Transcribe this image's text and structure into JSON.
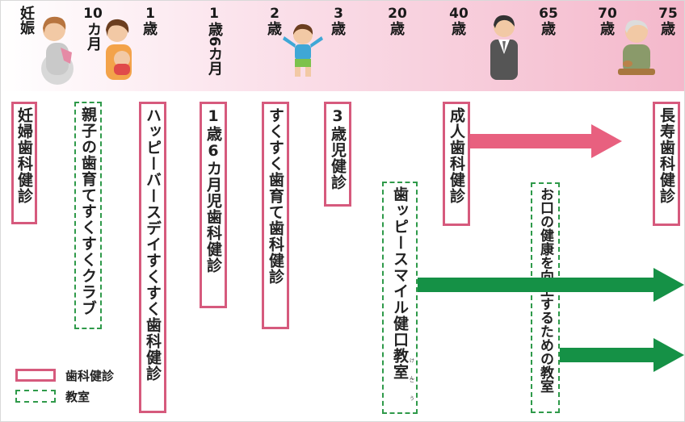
{
  "stages": [
    {
      "id": "pregnancy",
      "text": "妊娠"
    },
    {
      "id": "10m",
      "num": "10",
      "unit": "カ月"
    },
    {
      "id": "1y",
      "num": "1",
      "unit": "歳"
    },
    {
      "id": "1y6m",
      "num": "1",
      "unit": "歳6カ月"
    },
    {
      "id": "2y",
      "num": "2",
      "unit": "歳"
    },
    {
      "id": "3y",
      "num": "3",
      "unit": "歳"
    },
    {
      "id": "20y",
      "num": "20",
      "unit": "歳"
    },
    {
      "id": "40y",
      "num": "40",
      "unit": "歳"
    },
    {
      "id": "65y",
      "num": "65",
      "unit": "歳"
    },
    {
      "id": "70y",
      "num": "70",
      "unit": "歳"
    },
    {
      "id": "75y",
      "num": "75",
      "unit": "歳"
    }
  ],
  "programs": {
    "pregnant_exam": "妊婦歯科健診",
    "parent_child_club": "親子の歯育てすくすくクラブ",
    "happy_birthday": "ハッピーバースデイすくすく歯科健診",
    "exam_1y6m": "1歳6カ月児歯科健診",
    "sukusuku_exam": "すくすく歯育て歯科健診",
    "exam_3y": "3歳児健診",
    "smile_class": "歯ッピースマイル健口教室",
    "smile_class_ruby_ken": "けん",
    "smile_class_ruby_kou": "こう",
    "adult_exam": "成人歯科健診",
    "oral_health_class": "お口の健康を向上するための教室",
    "elderly_exam": "長寿歯科健診"
  },
  "legend": {
    "exam": "歯科健診",
    "class": "教室"
  },
  "colors": {
    "exam_border": "#d65a7d",
    "class_border": "#2f9a4a",
    "exam_arrow": "#e8607f",
    "class_arrow": "#159146"
  }
}
